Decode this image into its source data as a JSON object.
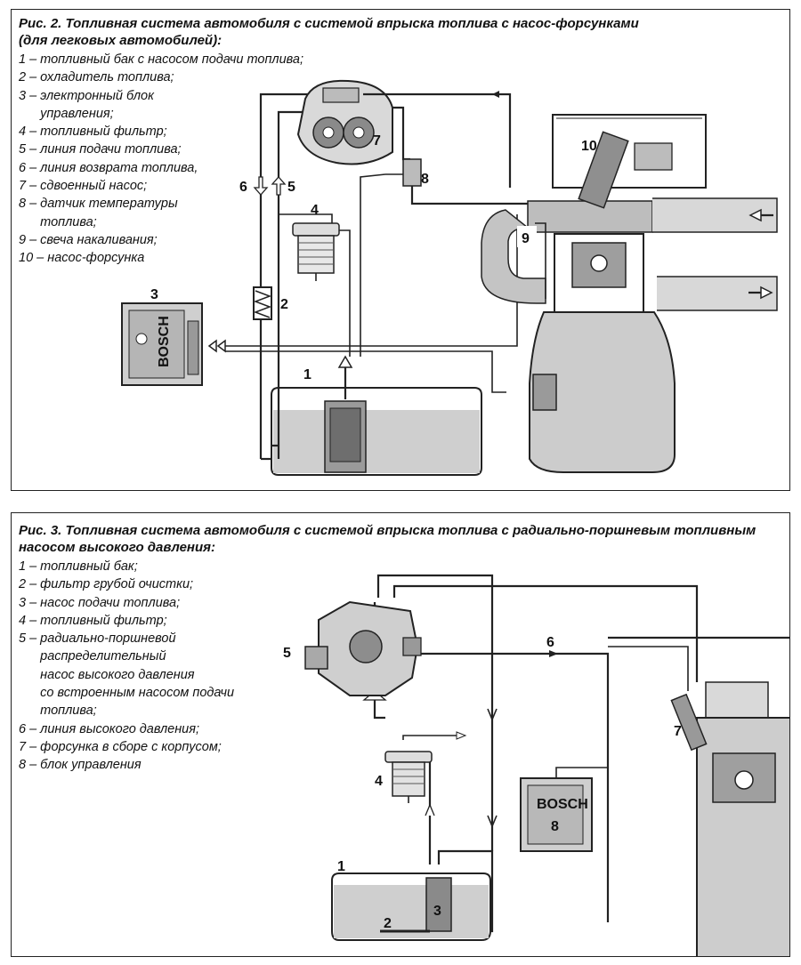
{
  "fig2": {
    "caption_line1": "Рис. 2. Топливная система автомобиля с системой впрыска топлива с насос-форсунками",
    "caption_line2": "(для легковых автомобилей):",
    "legend": [
      "1 – топливный бак с насосом подачи топлива;",
      "2 – охладитель топлива;",
      "3 – электронный блок",
      "      управления;",
      "4 – топливный фильтр;",
      "5 – линия подачи топлива;",
      "6 – линия возврата топлива,",
      "7 – сдвоенный насос;",
      "8 – датчик температуры",
      "      топлива;",
      "9 – свеча накаливания;",
      "10 – насос-форсунка"
    ],
    "labels": {
      "n1": "1",
      "n2": "2",
      "n3": "3",
      "n4": "4",
      "n5": "5",
      "n6": "6",
      "n7": "7",
      "n8": "8",
      "n9": "9",
      "n10": "10",
      "brand": "BOSCH"
    }
  },
  "fig3": {
    "caption_line1": "Рис. 3. Топливная система автомобиля с системой впрыска топлива с радиально-поршневым топливным",
    "caption_line2": "насосом высокого давления:",
    "legend": [
      "1 – топливный бак;",
      "2 – фильтр грубой очистки;",
      "3 – насос подачи топлива;",
      "4 – топливный фильтр;",
      "5 – радиально-поршневой",
      "      распределительный",
      "      насос высокого давления",
      "      со встроенным насосом подачи",
      "      топлива;",
      "6 – линия высокого давления;",
      "7 – форсунка в сборе с корпусом;",
      "8 – блок управления"
    ],
    "labels": {
      "n1": "1",
      "n2": "2",
      "n3": "3",
      "n4": "4",
      "n5": "5",
      "n6": "6",
      "n7": "7",
      "n8": "8",
      "brand": "BOSCH"
    }
  }
}
